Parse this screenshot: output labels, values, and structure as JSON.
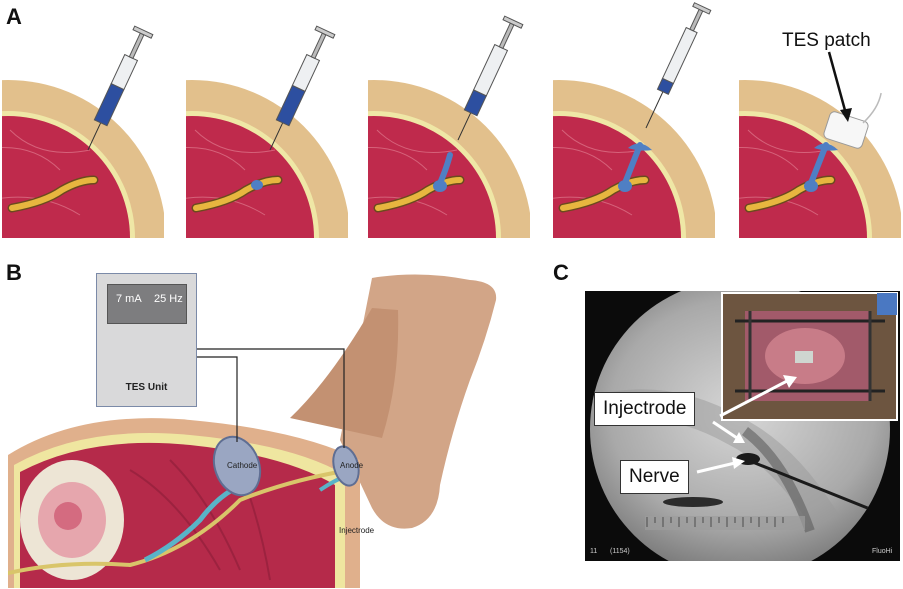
{
  "panels": {
    "a": "A",
    "b": "B",
    "c": "C"
  },
  "panel_a": {
    "patch_label": "TES patch"
  },
  "panel_b": {
    "tes_unit": {
      "current": "7 mA",
      "frequency": "25 Hz",
      "title": "TES Unit"
    },
    "cathode_label": "Cathode",
    "anode_label": "Anode",
    "injectrode_label": "Injectrode"
  },
  "panel_c": {
    "injectrode_label": "Injectrode",
    "nerve_label": "Nerve",
    "frame_left": "11",
    "frame_count": "(1154)",
    "mode_label": "FluoHi"
  },
  "colors": {
    "skin": "#e2c08c",
    "fat": "#efe7a6",
    "muscle": "#bf2a4c",
    "nerve": "#e7b63f",
    "injectrode_blue": "#4f7fc4",
    "syringe_fluid": "#2d4fa0"
  }
}
